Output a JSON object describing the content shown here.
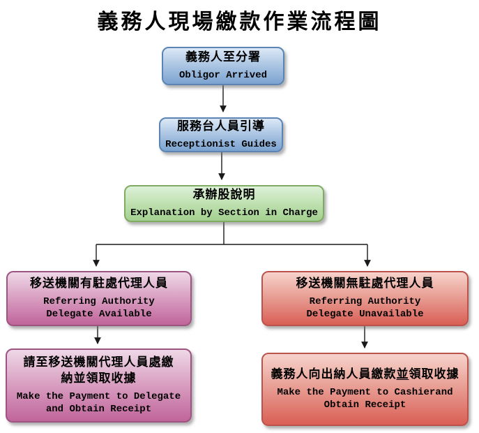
{
  "title": "義務人現場繳款作業流程圖",
  "flowchart": {
    "nodes": {
      "obligor_arrived": {
        "zh": "義務人至分署",
        "en": "Obligor Arrived",
        "scheme": "blue"
      },
      "receptionist_guides": {
        "zh": "服務台人員引導",
        "en": "Receptionist Guides",
        "scheme": "blue"
      },
      "explanation": {
        "zh": "承辦股說明",
        "en": "Explanation by Section in Charge",
        "scheme": "green"
      },
      "delegate_available": {
        "zh": "移送機關有駐處代理人員",
        "en": "Referring Authority\nDelegate Available",
        "scheme": "purple"
      },
      "delegate_unavailable": {
        "zh": "移送機關無駐處代理人員",
        "en": "Referring Authority\nDelegate Unavailable",
        "scheme": "red"
      },
      "pay_delegate": {
        "zh": "請至移送機關代理人員處繳\n納並領取收據",
        "en": "Make the Payment to Delegate\nand Obtain Receipt",
        "scheme": "purple"
      },
      "pay_cashier": {
        "zh_pre": "義務人向出納人員繳款",
        "zh_underlined": "並",
        "zh_post": "領取收據",
        "en": "Make the Payment to Cashierand\nObtain Receipt",
        "scheme": "red"
      }
    },
    "colors": {
      "blue": {
        "top": "#dce9f6",
        "bottom": "#7ba3d0",
        "border": "#5b84b5"
      },
      "green": {
        "top": "#def1d9",
        "bottom": "#a2d08f",
        "border": "#7fab63"
      },
      "purple": {
        "top": "#eed8e7",
        "bottom": "#c0659b",
        "border": "#9d5480"
      },
      "red": {
        "top": "#f6d3cb",
        "bottom": "#d95f55",
        "border": "#bc524c"
      },
      "connector": "#1a1a1a"
    }
  }
}
